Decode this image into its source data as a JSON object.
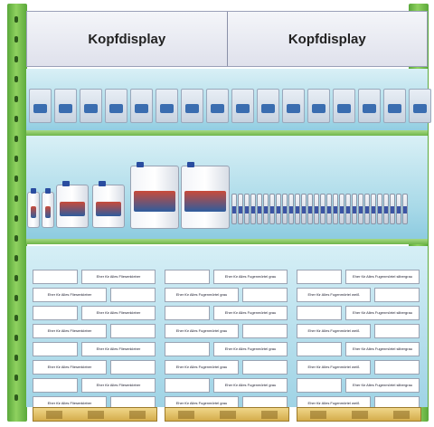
{
  "header": {
    "left_label": "Kopfdisplay",
    "right_label": "Kopfdisplay"
  },
  "products": {
    "tile_adhesive": "Eher für Alles Fliesenkleber",
    "grout_grey": "Eher für Alles Fugenmörtel grau",
    "grout_white": "Eher für Alles Fugenmörtel weiß",
    "grout_silvergrey": "Eher für Alles Fugenmörtel silbergrau"
  },
  "colors": {
    "rack_green": "#6fb54a",
    "bay_blue": "#a8d9e8",
    "pallet_wood": "#d4ac4c"
  }
}
